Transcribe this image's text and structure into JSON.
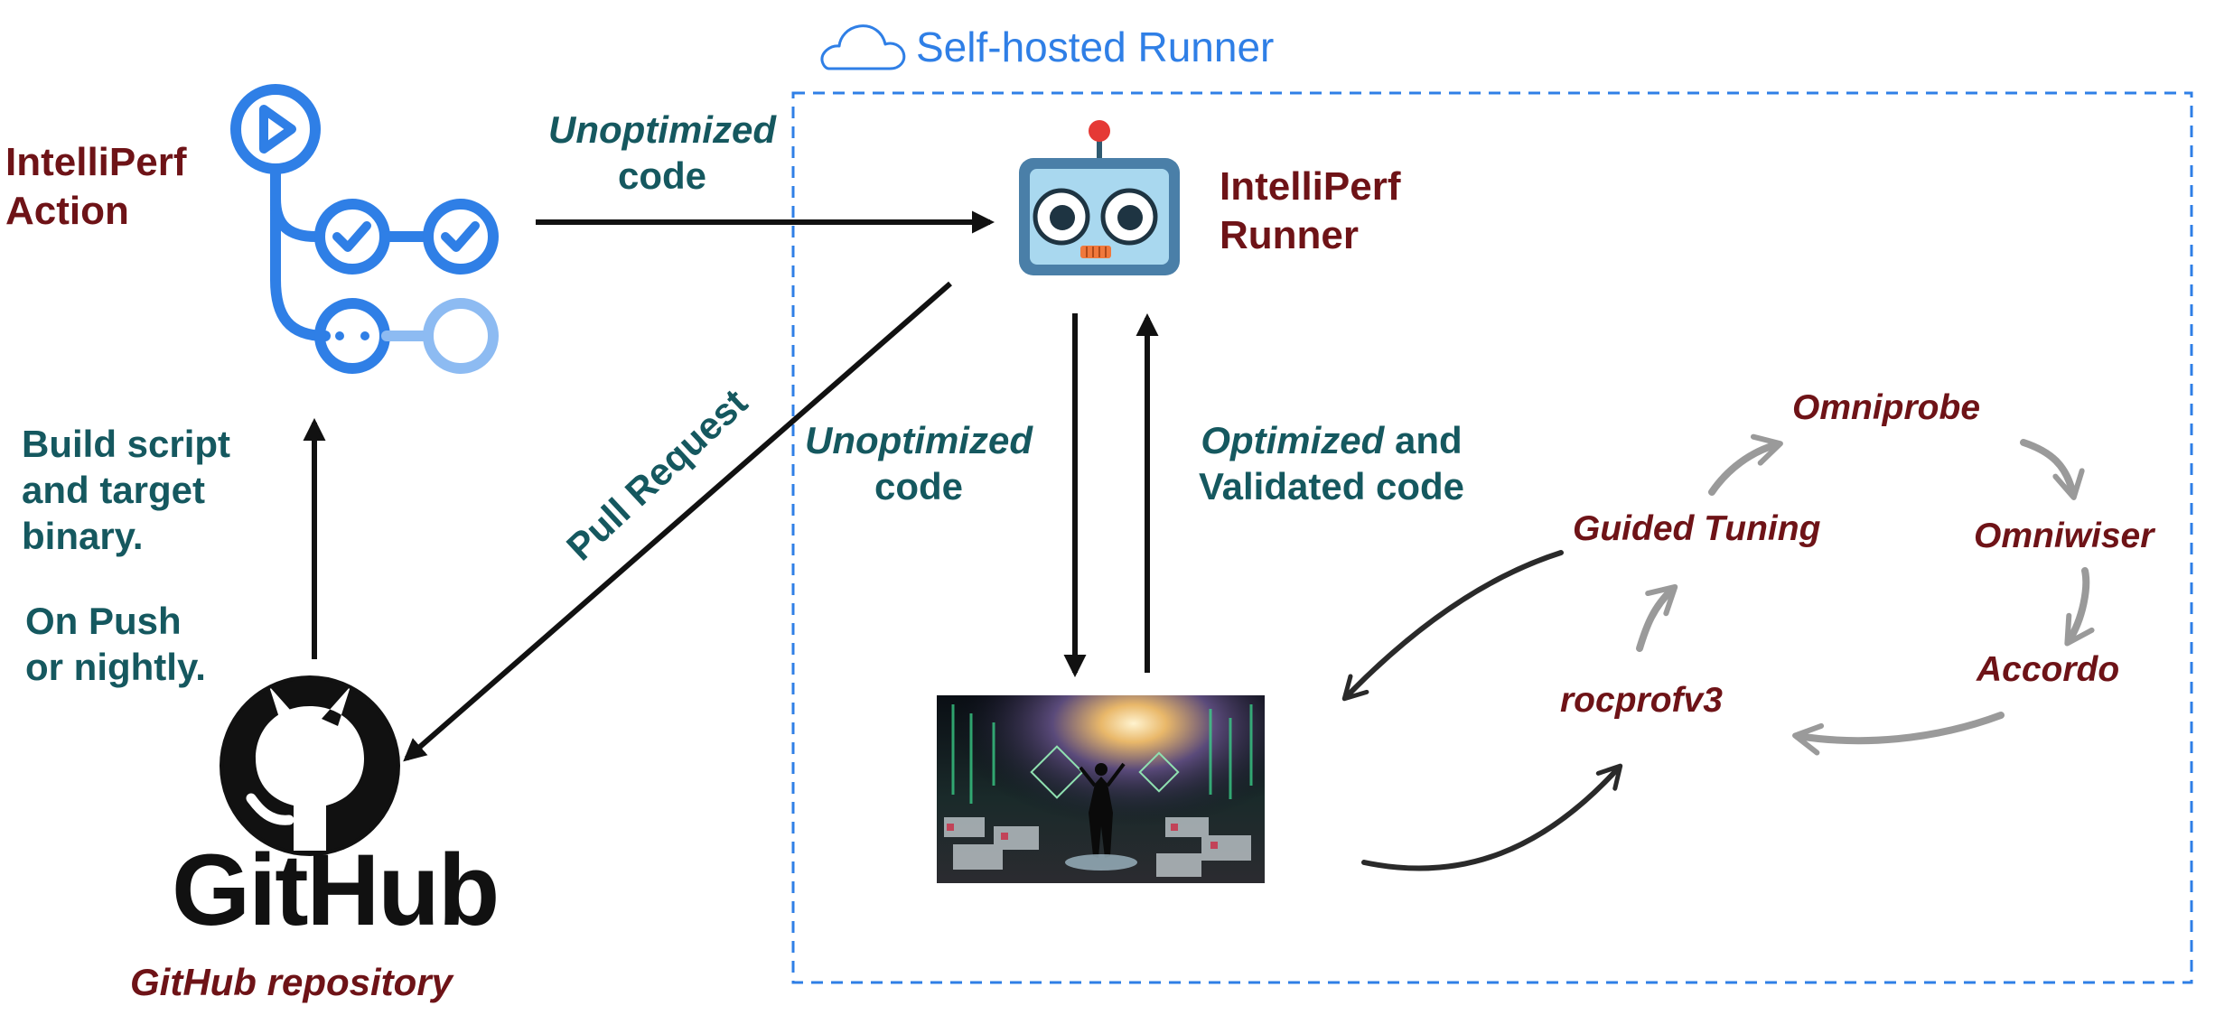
{
  "runner_box": {
    "title": "Self-hosted Runner"
  },
  "action": {
    "title": "IntelliPerf Action"
  },
  "runner": {
    "title": "IntelliPerf Runner"
  },
  "github": {
    "logo_text": "GitHub",
    "caption": "GitHub repository"
  },
  "labels": {
    "unopt_top_1": "Unoptimized",
    "unopt_top_2": "code",
    "build_1": "Build script",
    "build_2": "and target",
    "build_3": "binary.",
    "push_1": "On Push",
    "push_2": "or nightly.",
    "pull_request": "Pull Request",
    "unopt_mid_1": "Unoptimized",
    "unopt_mid_2": "code",
    "opt_1_it": "Optimized",
    "opt_1_rest": " and",
    "opt_2": "Validated code"
  },
  "tools": {
    "omniprobe": "Omniprobe",
    "omniwiser": "Omniwiser",
    "accordo": "Accordo",
    "guided_tuning": "Guided Tuning",
    "rocprofv3": "rocprofv3"
  },
  "colors": {
    "maroon": "#6e1317",
    "teal": "#15585f",
    "blue": "#2f7fe6",
    "arrow_black": "#111111",
    "arrow_gray": "#9a9a9a"
  }
}
